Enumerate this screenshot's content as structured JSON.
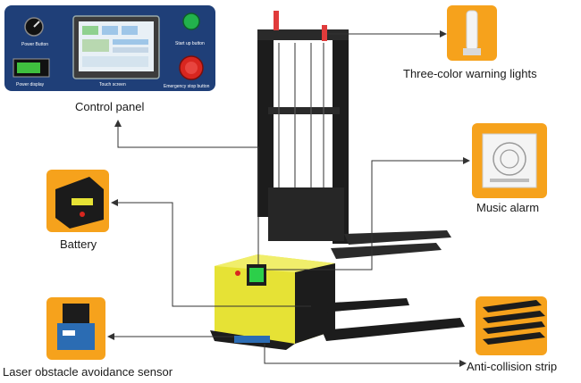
{
  "control_panel": {
    "label": "Control panel",
    "power_button": "Power Button",
    "power_display": "Power display",
    "touch_screen": "Touch screen",
    "start_up_button": "Start up button",
    "emergency_stop_button": "Emergency stop button"
  },
  "callouts": {
    "warning_lights": "Three-color warning lights",
    "music_alarm": "Music alarm",
    "battery": "Battery",
    "laser_sensor": "Laser obstacle avoidance sensor",
    "anti_collision": "Anti-collision strip"
  },
  "colors": {
    "panel_bg": "#1f3f78",
    "tile_orange": "#f6a21c",
    "body_yellow": "#e6e235",
    "mast_black": "#1c1c1c",
    "stop_red": "#d8261f",
    "start_green": "#22b24c",
    "line": "#333333"
  }
}
